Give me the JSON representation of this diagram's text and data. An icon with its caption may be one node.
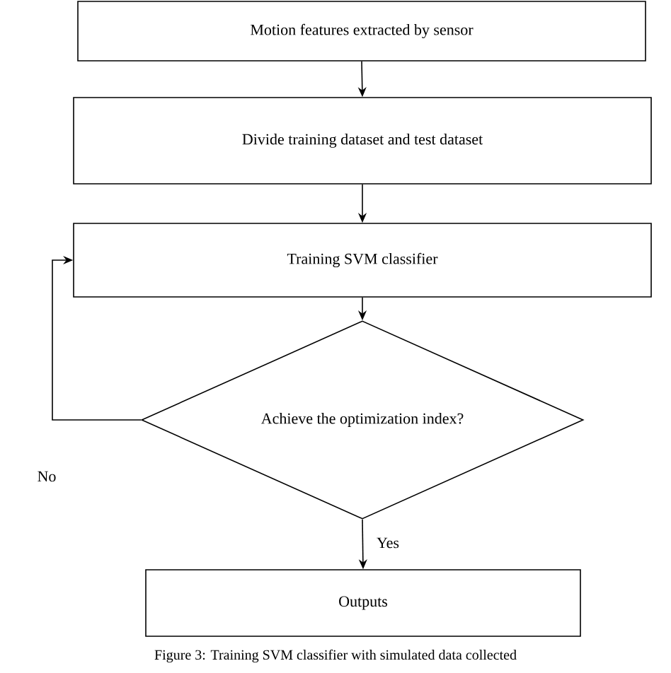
{
  "diagram": {
    "caption": "Figure 3: Training SVM classifier with simulated data collected",
    "nodes": [
      {
        "text": [
          "Motion features extracted by sensor"
        ]
      },
      {
        "text": [
          "Divide training dataset and test dataset"
        ]
      },
      {
        "text": [
          "Training SVM classifier"
        ]
      },
      {
        "text": [
          "Achieve the optimization index?"
        ]
      },
      {
        "text": [
          "Outputs"
        ]
      }
    ],
    "edges": [
      {
        "from": 0,
        "to": 1,
        "arrow": "to"
      },
      {
        "from": 1,
        "to": 2,
        "arrow": "to"
      },
      {
        "from": 2,
        "to": 3,
        "arrow": "to"
      },
      {
        "from": 3,
        "to": 2,
        "arrow": "to",
        "label": "No"
      },
      {
        "from": 3,
        "to": 4,
        "arrow": "to",
        "label": "Yes"
      }
    ]
  }
}
